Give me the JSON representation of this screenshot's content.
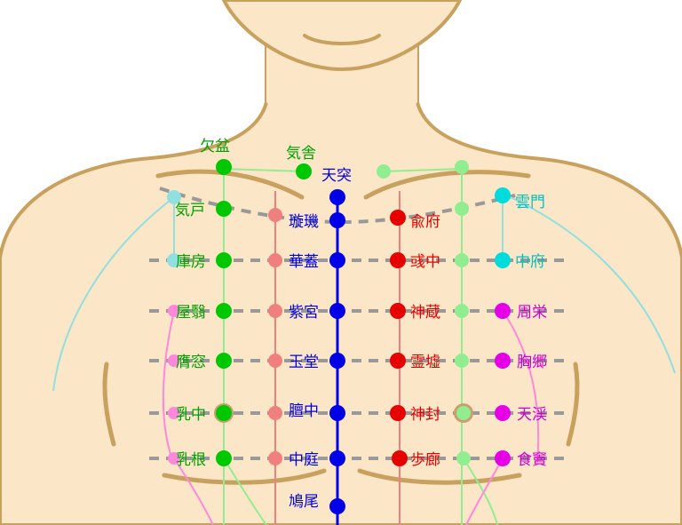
{
  "colors": {
    "skin": "#FBE6C8",
    "outline": "#C9A15E",
    "conception": "#0000E6",
    "kidney": "#E60000",
    "stomach": "#00C800",
    "lung": "#00DCDC",
    "spleen": "#E600E6",
    "kidney_line": "#F08080",
    "stomach_line": "#90EE90",
    "spleen_line": "#FF88DD",
    "lung_line": "#90E0E0",
    "guide": "#999999",
    "nipple": "#C8A070"
  },
  "points": {
    "kekibon": "欠盆",
    "kisha": "気舎",
    "tentotsu": "天突",
    "kiko": "気戸",
    "senki": "璇璣",
    "yufu": "兪府",
    "unmon": "雲門",
    "kobo": "庫房",
    "kagai": "華蓋",
    "wakuchu": "彧中",
    "chufu": "中府",
    "okuei": "屋翳",
    "shikyu": "紫宮",
    "shinzo": "神蔵",
    "shuei": "周栄",
    "yoso": "膺窓",
    "gyokudo": "玉堂",
    "reikyo": "霊墟",
    "kyokyo": "胸郷",
    "nyuchu": "乳中",
    "danchu": "膻中",
    "shinpo": "神封",
    "tenkei": "天渓",
    "nyukon": "乳根",
    "chutei": "中庭",
    "horo": "歩廊",
    "shokutoku": "食竇",
    "kyubi": "鳩尾"
  }
}
